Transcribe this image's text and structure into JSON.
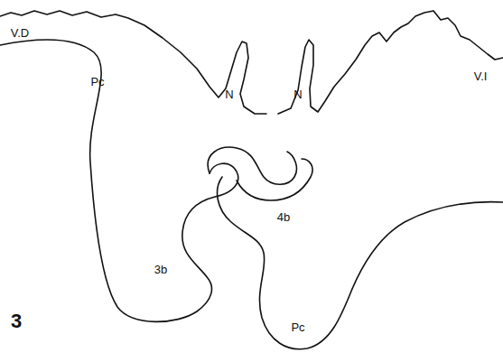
{
  "diagram": {
    "labels": [
      "V.D",
      "Pc",
      "N",
      "N",
      "V.I",
      "3b",
      "4b",
      "Pc",
      "3"
    ]
  }
}
